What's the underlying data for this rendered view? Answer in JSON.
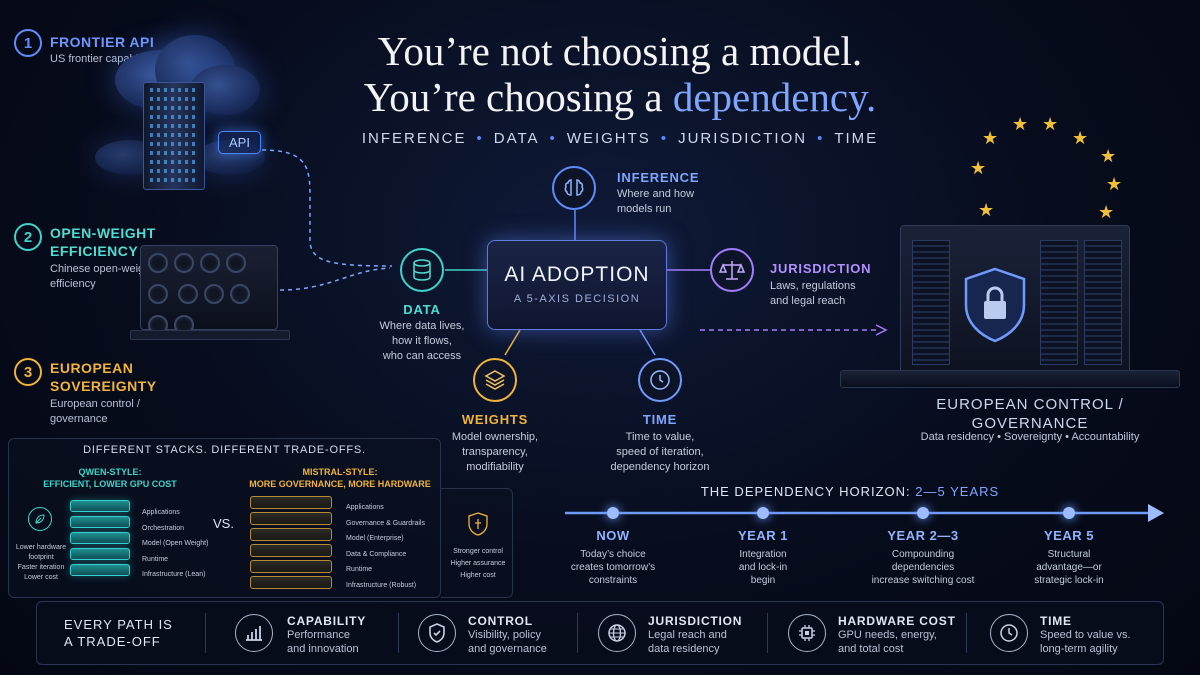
{
  "title": {
    "line1": "You’re not choosing a model.",
    "line2_prefix": "You’re choosing a ",
    "line2_accent": "dependency."
  },
  "axes": [
    "INFERENCE",
    "DATA",
    "WEIGHTS",
    "JURISDICTION",
    "TIME"
  ],
  "options": [
    {
      "num": "1",
      "title": "FRONTIER API",
      "subtitle": "US frontier capability",
      "color": "#5f8dff"
    },
    {
      "num": "2",
      "title_l1": "OPEN-WEIGHT",
      "title_l2": "EFFICIENCY",
      "subtitle_l1": "Chinese open-weight",
      "subtitle_l2": "efficiency",
      "color": "#3fd4cc"
    },
    {
      "num": "3",
      "title_l1": "EUROPEAN",
      "title_l2": "SOVEREIGNTY",
      "subtitle_l1": "European control /",
      "subtitle_l2": "governance",
      "color": "#f0b33c"
    }
  ],
  "api_tag": "API",
  "hub": {
    "title": "AI ADOPTION",
    "subtitle": "A 5-AXIS DECISION"
  },
  "nodes": {
    "inference": {
      "title": "INFERENCE",
      "sub_l1": "Where and how",
      "sub_l2": "models run",
      "color": "#5f8dff"
    },
    "data": {
      "title": "DATA",
      "sub_l1": "Where data lives,",
      "sub_l2": "how it flows,",
      "sub_l3": "who can access",
      "color": "#3fd4cc"
    },
    "jurisdiction": {
      "title": "JURISDICTION",
      "sub_l1": "Laws, regulations",
      "sub_l2": "and legal reach",
      "color": "#a57cff"
    },
    "weights": {
      "title": "WEIGHTS",
      "sub_l1": "Model ownership,",
      "sub_l2": "transparency,",
      "sub_l3": "modifiability",
      "color": "#f0b33c"
    },
    "time": {
      "title": "TIME",
      "sub_l1": "Time to value,",
      "sub_l2": "speed of iteration,",
      "sub_l3": "dependency horizon",
      "color": "#6f9bff"
    }
  },
  "eu": {
    "title_l1": "EUROPEAN CONTROL /",
    "title_l2": "GOVERNANCE",
    "sub": "Data residency  •  Sovereignty  •  Accountability"
  },
  "stacks": {
    "heading": "DIFFERENT STACKS. DIFFERENT TRADE-OFFS.",
    "vs": "VS.",
    "qwen": {
      "title_l1": "QWEN-STYLE:",
      "title_l2": "EFFICIENT, LOWER GPU COST",
      "layers": [
        "Applications",
        "Orchestration",
        "Model (Open Weight)",
        "Runtime",
        "Infrastructure (Lean)"
      ],
      "notes": [
        "Lower hardware",
        "footprint",
        "Faster iteration",
        "Lower cost"
      ]
    },
    "mistral": {
      "title_l1": "MISTRAL-STYLE:",
      "title_l2": "MORE GOVERNANCE, MORE HARDWARE",
      "layers": [
        "Applications",
        "Governance & Guardrails",
        "Model (Enterprise)",
        "Data & Compliance",
        "Runtime",
        "Infrastructure (Robust)"
      ],
      "notes": [
        "Stronger control",
        "Higher assurance",
        "Higher cost"
      ]
    }
  },
  "timeline": {
    "heading_prefix": "THE DEPENDENCY HORIZON: ",
    "heading_accent": "2—5 YEARS",
    "points": [
      {
        "label": "NOW",
        "l1": "Today’s choice",
        "l2": "creates tomorrow’s",
        "l3": "constraints"
      },
      {
        "label": "YEAR 1",
        "l1": "Integration",
        "l2": "and lock-in",
        "l3": "begin"
      },
      {
        "label": "YEAR 2—3",
        "l1": "Compounding",
        "l2": "dependencies",
        "l3": "increase switching cost"
      },
      {
        "label": "YEAR 5",
        "l1": "Structural",
        "l2": "advantage—or",
        "l3": "strategic lock-in"
      }
    ]
  },
  "bottom": {
    "intro_l1": "EVERY PATH IS",
    "intro_l2": "A TRADE-OFF",
    "items": [
      {
        "title": "CAPABILITY",
        "l1": "Performance",
        "l2": "and innovation",
        "icon": "bar-chart-icon"
      },
      {
        "title": "CONTROL",
        "l1": "Visibility, policy",
        "l2": "and governance",
        "icon": "shield-check-icon"
      },
      {
        "title": "JURISDICTION",
        "l1": "Legal reach and",
        "l2": "data residency",
        "icon": "globe-icon"
      },
      {
        "title": "HARDWARE COST",
        "l1": "GPU needs, energy,",
        "l2": "and total cost",
        "icon": "chip-icon"
      },
      {
        "title": "TIME",
        "l1": "Speed to value vs.",
        "l2": "long-term agility",
        "icon": "clock-icon"
      }
    ]
  }
}
